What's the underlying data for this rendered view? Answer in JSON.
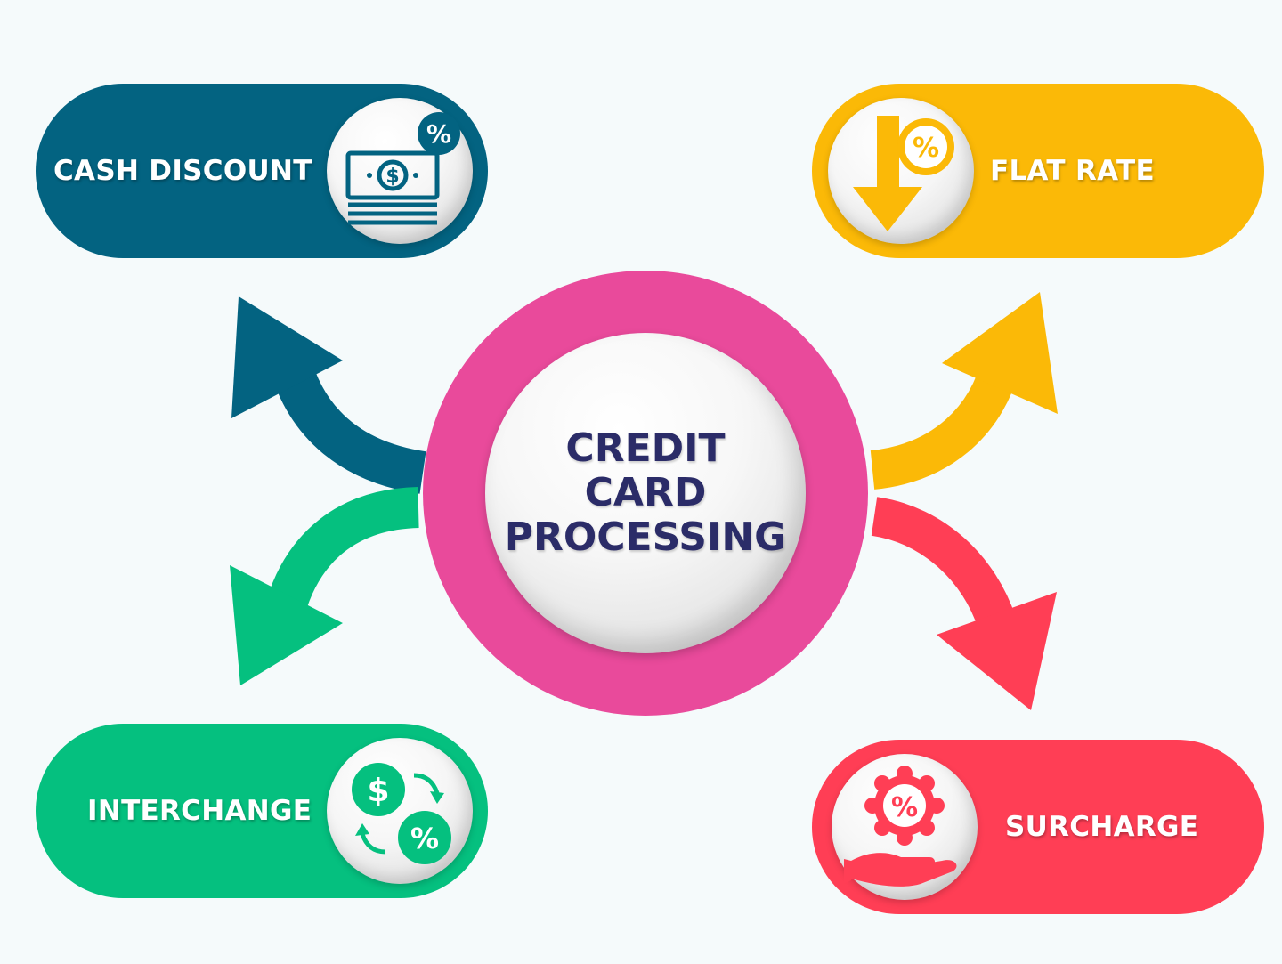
{
  "center": {
    "line1": "CREDIT",
    "line2": "CARD",
    "line3": "PROCESSING"
  },
  "options": {
    "cash_discount": "CASH DISCOUNT",
    "flat_rate": "FLAT RATE",
    "interchange": "INTERCHANGE",
    "surcharge": "SURCHARGE"
  },
  "colors": {
    "cash_discount": "#036381",
    "flat_rate": "#fbb907",
    "interchange": "#05c07f",
    "surcharge": "#ff3e55",
    "center_ring": "#e94a9b",
    "center_text": "#2b2c68"
  },
  "icons": {
    "cash_discount": "cash-percent-icon",
    "flat_rate": "down-arrow-percent-icon",
    "interchange": "dollar-percent-exchange-icon",
    "surcharge": "hand-percent-badge-icon"
  }
}
